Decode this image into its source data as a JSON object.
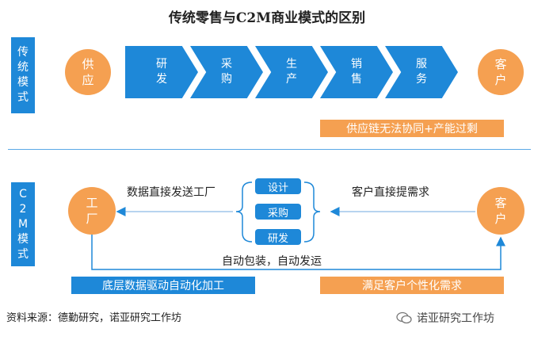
{
  "title": "传统零售与C2M商业模式的区别",
  "traditional": {
    "side_label": "传统模式",
    "start": "供应",
    "steps": [
      "研发",
      "采购",
      "生产",
      "销售",
      "服务"
    ],
    "end": "客户",
    "banner": "供应链无法协同+产能过剩"
  },
  "c2m": {
    "side_label": "C2M模式",
    "factory": "工厂",
    "customer": "客户",
    "left_text": "数据直接发送工厂",
    "right_text": "客户直接提需求",
    "middle_items": [
      "设计",
      "采购",
      "研发"
    ],
    "bottom_text": "自动包装，自动发运",
    "banner_left": "底层数据驱动自动化加工",
    "banner_right": "满足客户个性化需求"
  },
  "source": "资料来源：德勤研究，诺亚研究工作坊",
  "watermark": "诺亚研究工作坊",
  "colors": {
    "blue": "#1e88d8",
    "orange": "#f5a051"
  }
}
